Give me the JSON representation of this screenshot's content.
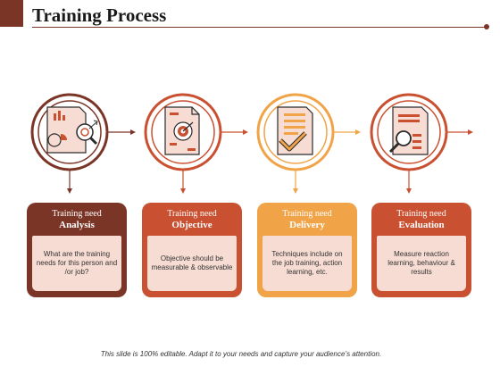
{
  "title": "Training Process",
  "steps": [
    {
      "label": "Training need",
      "name": "Analysis",
      "desc": "What are the training needs for this person and /or job?",
      "color": "#7b3526",
      "icon": "report-magnifier-icon"
    },
    {
      "label": "Training need",
      "name": "Objective",
      "desc": "Objective should be measurable & observable",
      "color": "#c95030",
      "icon": "document-target-icon"
    },
    {
      "label": "Training need",
      "name": "Delivery",
      "desc": "Techniques include on the job training, action learning, etc.",
      "color": "#f1a348",
      "icon": "document-checkmark-icon"
    },
    {
      "label": "Training need",
      "name": "Evaluation",
      "desc": "Measure reaction learning, behaviour & results",
      "color": "#c95030",
      "icon": "document-search-icon"
    }
  ],
  "footer": "This slide is 100% editable. Adapt it to your needs and capture your audience’s attention."
}
